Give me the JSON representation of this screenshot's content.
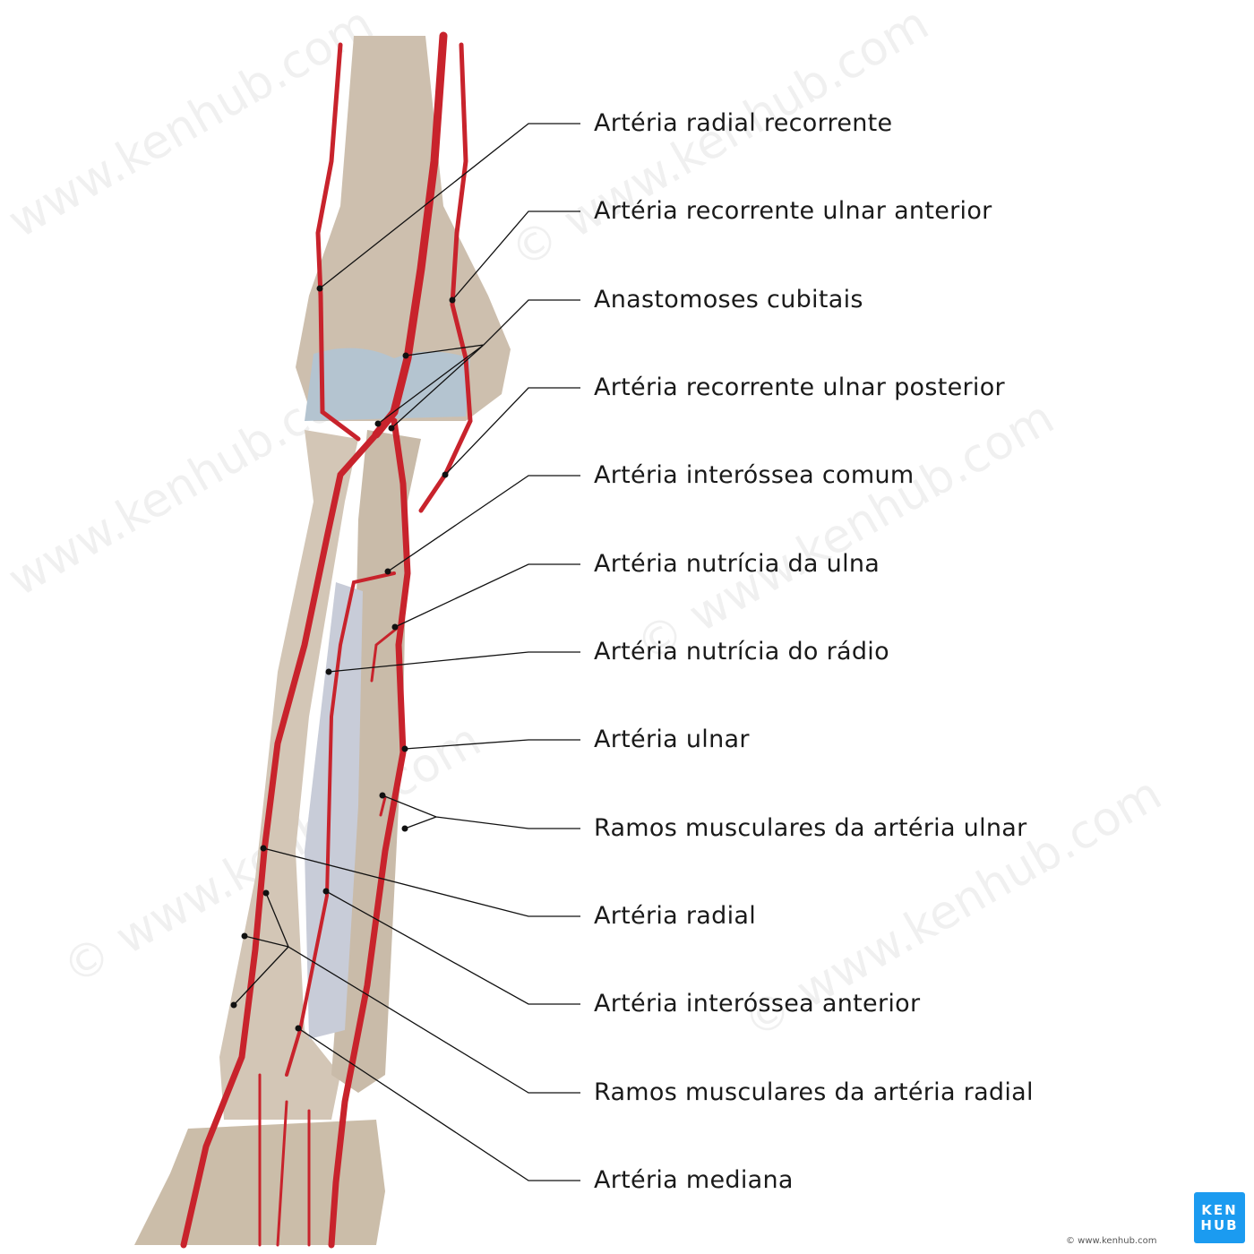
{
  "labels": [
    "Artéria radial recorrente",
    "Artéria recorrente ulnar anterior",
    "Anastomoses cubitais",
    "Artéria recorrente ulnar posterior",
    "Artéria interóssea comum",
    "Artéria nutrícia da ulna",
    "Artéria nutrícia do rádio",
    "Artéria ulnar",
    "Ramos musculares da artéria ulnar",
    "Artéria radial",
    "Artéria interóssea anterior",
    "Ramos musculares da artéria radial",
    "Artéria mediana"
  ],
  "watermark": "© www.kenhub.com",
  "logo": {
    "line1": "KEN",
    "line2": "HUB"
  },
  "copyright": "© www.kenhub.com",
  "colors": {
    "artery": "#c8232c",
    "bone": "#cdbfae",
    "cartilage": "#aebfcc",
    "logo": "#1b9bf0"
  }
}
